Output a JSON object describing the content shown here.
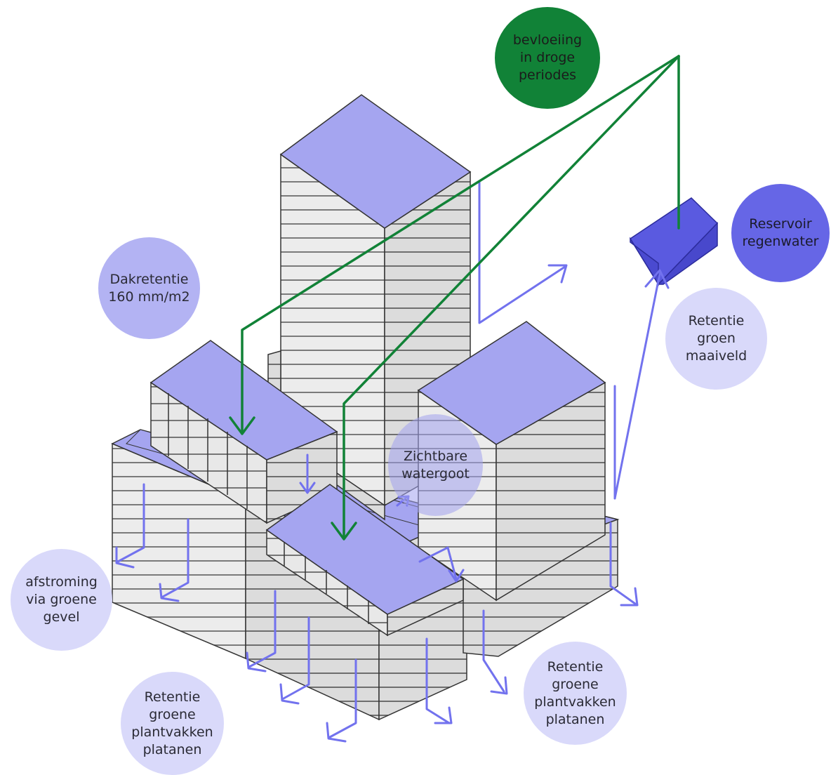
{
  "labels": {
    "irrigation": "bevloeiing\nin droge\nperiodes",
    "reservoir": "Reservoir\nregenwater",
    "roof_retention": "Dakretentie\n160 mm/m2",
    "ground_retention": "Retentie\ngroen\nmaaiveld",
    "gutter": "Zichtbare\nwatergoot",
    "facade_runoff": "afstroming\nvia groene\ngevel",
    "planters_left": "Retentie\ngroene\nplantvakken\nplatanen",
    "planters_right": "Retentie\ngroene\nplantvakken\nplatanen"
  },
  "colors": {
    "irrigation_green": "#118237",
    "water_flow_blue": "#7272ee",
    "reservoir_blue": "#6666e6",
    "roof_lavender": "#a5a5f0",
    "facade_grey": "#e6e6e6",
    "bubble_medium": "#b3b3f3",
    "bubble_light": "#d9d9fa"
  }
}
